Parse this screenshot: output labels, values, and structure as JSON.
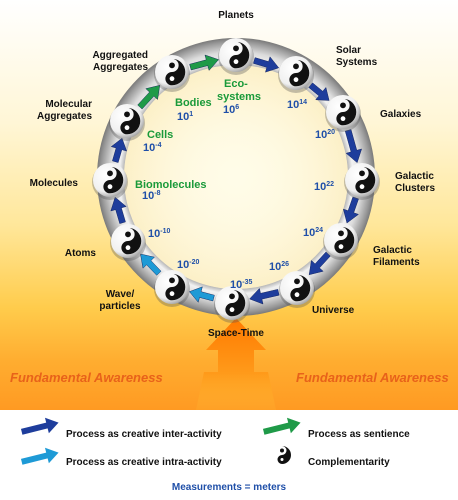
{
  "nodes": [
    {
      "id": "planets",
      "label": [
        "Planets"
      ]
    },
    {
      "id": "solar",
      "label": [
        "Solar",
        "Systems"
      ]
    },
    {
      "id": "galaxies",
      "label": [
        "Galaxies"
      ]
    },
    {
      "id": "clusters",
      "label": [
        "Galactic",
        "Clusters"
      ]
    },
    {
      "id": "filaments",
      "label": [
        "Galactic",
        "Filaments"
      ]
    },
    {
      "id": "universe",
      "label": [
        "Universe"
      ]
    },
    {
      "id": "spacetime",
      "label": [
        "Space-Time"
      ]
    },
    {
      "id": "wave",
      "label": [
        "Wave/",
        "particles"
      ]
    },
    {
      "id": "atoms",
      "label": [
        "Atoms"
      ]
    },
    {
      "id": "molecules",
      "label": [
        "Molecules"
      ]
    },
    {
      "id": "molagg",
      "label": [
        "Molecular",
        "Aggregates"
      ]
    },
    {
      "id": "aggagg",
      "label": [
        "Aggregated",
        "Aggregates"
      ]
    }
  ],
  "scale_labels": {
    "s1": {
      "base": "10",
      "exp": "14"
    },
    "s2": {
      "base": "10",
      "exp": "20"
    },
    "s3": {
      "base": "10",
      "exp": "22"
    },
    "s4": {
      "base": "10",
      "exp": "24"
    },
    "s5": {
      "base": "10",
      "exp": "26"
    },
    "s6": {
      "base": "10",
      "exp": "-35"
    },
    "s7": {
      "base": "10",
      "exp": "-20"
    },
    "s8": {
      "base": "10",
      "exp": "-10"
    },
    "s9": {
      "base": "10",
      "exp": "-8"
    },
    "s10": {
      "base": "10",
      "exp": "-4"
    },
    "s11": {
      "base": "10",
      "exp": "1"
    },
    "s12": {
      "base": "10",
      "exp": "6"
    }
  },
  "green_labels": {
    "biomolecules": "Biomolecules",
    "cells": "Cells",
    "bodies": "Bodies",
    "eco1": "Eco-",
    "eco2": "systems"
  },
  "fundamental_left": "Fundamental Awareness",
  "fundamental_right": "Fundamental Awareness",
  "legend": {
    "inter": "Process as creative inter-activity",
    "sentience": "Process as sentience",
    "intra": "Process as creative intra-activity",
    "complementarity": "Complementarity",
    "measurements": "Measurements = meters"
  },
  "colors": {
    "dark_blue_arrow": "#1e3d9c",
    "light_blue_arrow": "#1e9ad6",
    "green_arrow": "#1f9a48",
    "scale_text": "#1f4fa8",
    "green_text": "#1a9a3a",
    "orange_text": "#e8621a"
  }
}
